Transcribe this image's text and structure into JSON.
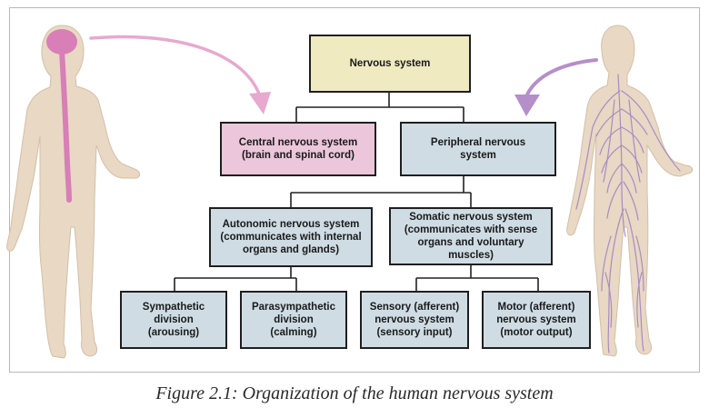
{
  "diagram": {
    "root": {
      "label": "Nervous system",
      "color": "#f0eac1"
    },
    "level1": [
      {
        "label": "Central nervous system (brain and spinal cord)",
        "lines": [
          "Central nervous system",
          "(brain and spinal cord)"
        ],
        "color": "#ecc6da"
      },
      {
        "label": "Peripheral nervous system",
        "lines": [
          "Peripheral nervous",
          "system"
        ],
        "color": "#cfdce4"
      }
    ],
    "level2": [
      {
        "label": "Autonomic nervous system (communicates with internal organs and glands)",
        "lines": [
          "Autonomic nervous system",
          "(communicates with internal",
          "organs and glands)"
        ]
      },
      {
        "label": "Somatic nervous system (communicates with sense organs and voluntary muscles)",
        "lines": [
          "Somatic nervous system",
          "(communicates with sense",
          "organs and voluntary muscles)"
        ]
      }
    ],
    "level3": [
      {
        "label": "Sympathetic division (arousing)",
        "lines": [
          "Sympathetic",
          "division",
          "(arousing)"
        ]
      },
      {
        "label": "Parasympathetic division (calming)",
        "lines": [
          "Parasympathetic",
          "division",
          "(calming)"
        ]
      },
      {
        "label": "Sensory (afferent) nervous system (sensory input)",
        "lines": [
          "Sensory (afferent)",
          "nervous system",
          "(sensory input)"
        ]
      },
      {
        "label": "Motor (afferent) nervous system (motor output)",
        "lines": [
          "Motor (afferent)",
          "nervous system",
          "(motor output)"
        ]
      }
    ]
  },
  "illustrations": {
    "left_figure": "human-figure-cns-icon",
    "right_figure": "human-figure-pns-icon",
    "skin_color": "#e8d8c4",
    "cns_color": "#d77fb6",
    "pns_color": "#a98bc3",
    "arrow_left_color": "#e7a9cf",
    "arrow_right_color": "#b58fc9"
  },
  "caption": "Figure 2.1: Organization of the human nervous system"
}
